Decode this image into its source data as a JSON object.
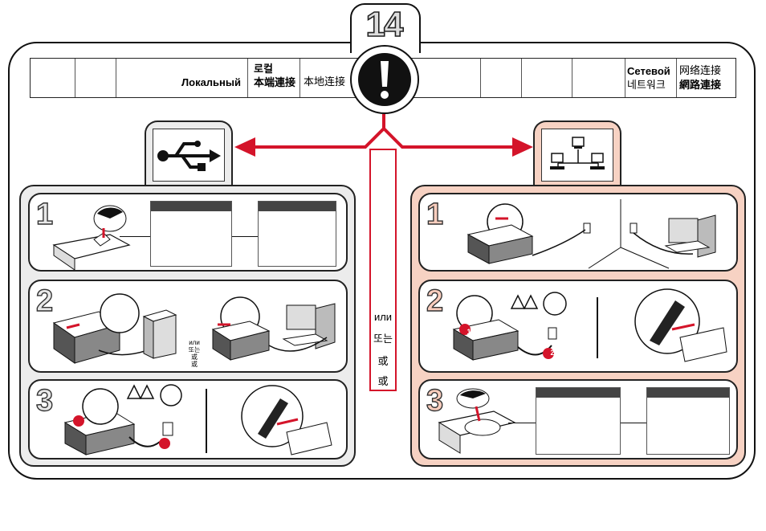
{
  "page_number": "14",
  "languages": {
    "ru_local": "Локальный",
    "ko_local": "로컬",
    "zh_tw_local": "本端連接",
    "zh_cn_local": "本地连接",
    "ru_network": "Сетевой",
    "ko_network": "네트워크",
    "zh_cn_network": "网络连接",
    "zh_tw_network": "網路連接"
  },
  "or_labels": [
    "или",
    "또는",
    "或",
    "或"
  ],
  "steps_left": [
    "1",
    "2",
    "3"
  ],
  "steps_right": [
    "1",
    "2",
    "3"
  ],
  "markers": {
    "one": "1",
    "two": "2"
  },
  "colors": {
    "accent_red": "#d4142a",
    "usb_panel": "#ececec",
    "network_panel": "#f7d2c3"
  },
  "icons": [
    "warning-exclamation-icon",
    "usb-icon",
    "network-icon",
    "cd-icon",
    "printer-icon",
    "computer-icon",
    "cable-icon",
    "caution-icon"
  ]
}
